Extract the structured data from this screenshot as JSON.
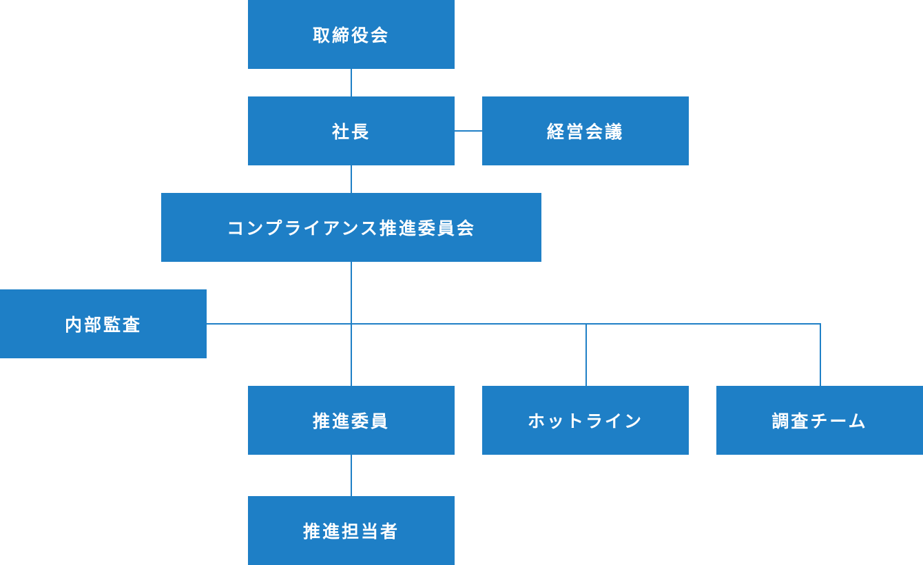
{
  "colors": {
    "node_fill": "#1e7fc6",
    "node_text": "#ffffff",
    "line": "#1e7fc6"
  },
  "nodes": {
    "board": "取締役会",
    "president": "社長",
    "management_meeting": "経営会議",
    "compliance_committee": "コンプライアンス推進委員会",
    "internal_audit": "内部監査",
    "promotion_members": "推進委員",
    "hotline": "ホットライン",
    "investigation_team": "調査チーム",
    "promotion_officers": "推進担当者"
  }
}
